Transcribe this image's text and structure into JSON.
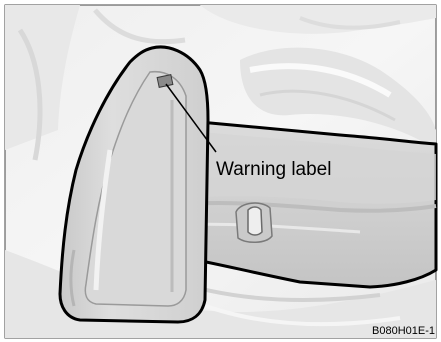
{
  "illustration": {
    "subject": "rear-seat-folded-with-warning-label",
    "colors": {
      "background": "#ffffff",
      "interior_light": "#f2f2f2",
      "interior_mid": "#e2e2e2",
      "interior_dark": "#c8c8c8",
      "highlight_fill": "#d3d3d3",
      "outline": "#000000",
      "label_patch": "#8a8a8a"
    }
  },
  "callout": {
    "label": "Warning label"
  },
  "figure_code": "B080H01E-1"
}
